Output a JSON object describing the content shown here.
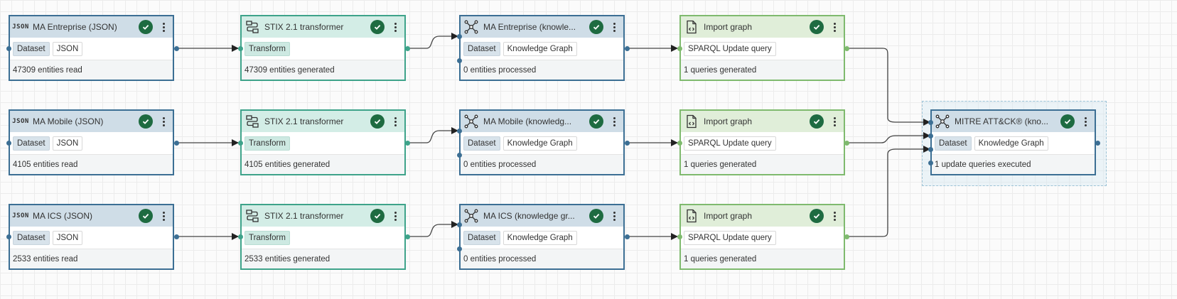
{
  "nodes": {
    "ent_json": {
      "title": "MA Entreprise (JSON)",
      "icon": "json-icon",
      "tags": [
        "Dataset",
        "JSON"
      ],
      "status_text": "47309 entities read"
    },
    "ent_stix": {
      "title": "STIX 2.1 transformer",
      "icon": "transform-icon",
      "tags": [
        "Transform"
      ],
      "status_text": "47309 entities generated"
    },
    "ent_kg": {
      "title": "MA Entreprise (knowle...",
      "icon": "knowledge-graph-icon",
      "tags": [
        "Dataset",
        "Knowledge Graph"
      ],
      "status_text": "0 entities processed"
    },
    "ent_import": {
      "title": "Import graph",
      "icon": "sparql-file-icon",
      "tags": [
        "SPARQL Update query"
      ],
      "status_text": "1 queries generated"
    },
    "mob_json": {
      "title": "MA Mobile (JSON)",
      "icon": "json-icon",
      "tags": [
        "Dataset",
        "JSON"
      ],
      "status_text": "4105 entities read"
    },
    "mob_stix": {
      "title": "STIX 2.1 transformer",
      "icon": "transform-icon",
      "tags": [
        "Transform"
      ],
      "status_text": "4105 entities generated"
    },
    "mob_kg": {
      "title": "MA Mobile (knowledg...",
      "icon": "knowledge-graph-icon",
      "tags": [
        "Dataset",
        "Knowledge Graph"
      ],
      "status_text": "0 entities processed"
    },
    "mob_import": {
      "title": "Import graph",
      "icon": "sparql-file-icon",
      "tags": [
        "SPARQL Update query"
      ],
      "status_text": "1 queries generated"
    },
    "ics_json": {
      "title": "MA ICS (JSON)",
      "icon": "json-icon",
      "tags": [
        "Dataset",
        "JSON"
      ],
      "status_text": "2533 entities read"
    },
    "ics_stix": {
      "title": "STIX 2.1 transformer",
      "icon": "transform-icon",
      "tags": [
        "Transform"
      ],
      "status_text": "2533 entities generated"
    },
    "ics_kg": {
      "title": "MA ICS (knowledge gr...",
      "icon": "knowledge-graph-icon",
      "tags": [
        "Dataset",
        "Knowledge Graph"
      ],
      "status_text": "0 entities processed"
    },
    "ics_import": {
      "title": "Import graph",
      "icon": "sparql-file-icon",
      "tags": [
        "SPARQL Update query"
      ],
      "status_text": "1 queries generated"
    },
    "mitre_kg": {
      "title": "MITRE ATT&CK® (kno...",
      "icon": "knowledge-graph-icon",
      "tags": [
        "Dataset",
        "Knowledge Graph"
      ],
      "status_text": "1 update queries executed"
    }
  },
  "json_icon_text": "JSON",
  "colors": {
    "dataset_border": "#3c6f94",
    "transform_border": "#3ea38a",
    "task_border": "#7fba6e",
    "success": "#1e6b41",
    "edge": "#333333"
  }
}
